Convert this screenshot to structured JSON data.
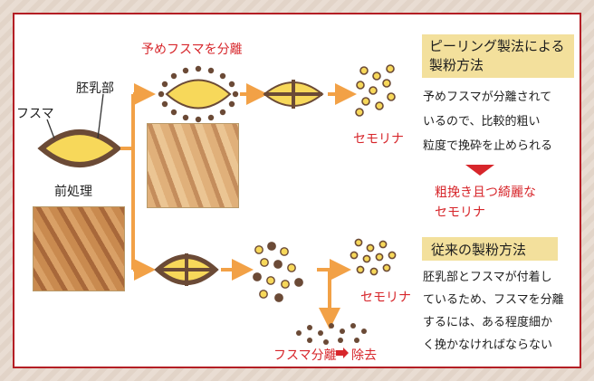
{
  "diagram": {
    "label_bran": "フスマ",
    "label_endosperm": "胚乳部",
    "label_pretreatment": "前処理",
    "label_prebran_separation": "予めフスマを分離",
    "label_semolina_top": "セモリナ",
    "label_semolina_bottom": "セモリナ",
    "label_bran_separation": "フスマ分離",
    "label_removal": "除去"
  },
  "peeling": {
    "title_line1": "ピーリング製法による",
    "title_line2": "製粉方法",
    "desc_line1": "予めフスマが分離されて",
    "desc_line2": "いるので、比較的粗い",
    "desc_line3": "粒度で挽砕を止められる",
    "result_line1": "粗挽き且つ綺麗な",
    "result_line2": "セモリナ"
  },
  "conventional": {
    "title": "従来の製粉方法",
    "desc_line1": "胚乳部とフスマが付着し",
    "desc_line2": "ているため、フスマを分離",
    "desc_line3": "するには、ある程度細か",
    "desc_line4": "く挽かなければならない"
  },
  "colors": {
    "frame": "#b41e24",
    "accent_red": "#d7262b",
    "arrow_orange": "#f2a146",
    "kernel_yellow": "#f7d85a",
    "bran_brown": "#6b4a36",
    "header_bg": "#f3e09c"
  }
}
